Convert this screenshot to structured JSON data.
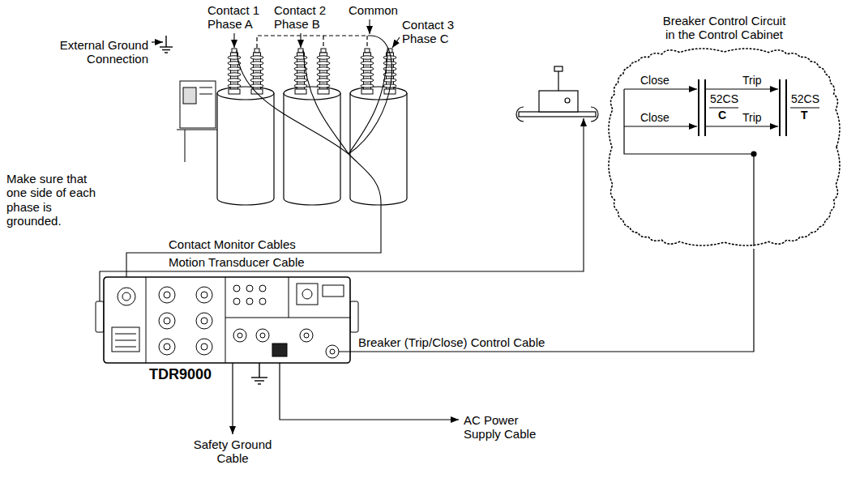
{
  "diagram": {
    "nodes": [
      {
        "text": [
          "Breaker Control Circuit in the Control Cabinet"
        ]
      },
      {
        "text": [
          "TDR9000"
        ]
      }
    ],
    "edges": [
      {
        "from": 1,
        "to": 0,
        "arrow": "none",
        "label": "Breaker (Trip/Close) Control Cable"
      }
    ],
    "labels": [
      "Contact 1 Phase A",
      "Contact 2 Phase B",
      "Common",
      "Contact 3 Phase C",
      "External Ground Connection",
      "Close",
      "52CS",
      "C",
      "Trip",
      "52CS",
      "T",
      "Close",
      "Trip",
      "Make sure that one side of each phase is grounded.",
      "Contact Monitor Cables",
      "Motion Transducer Cable",
      "Safety Ground Cable",
      "AC Power Supply Cable"
    ]
  }
}
